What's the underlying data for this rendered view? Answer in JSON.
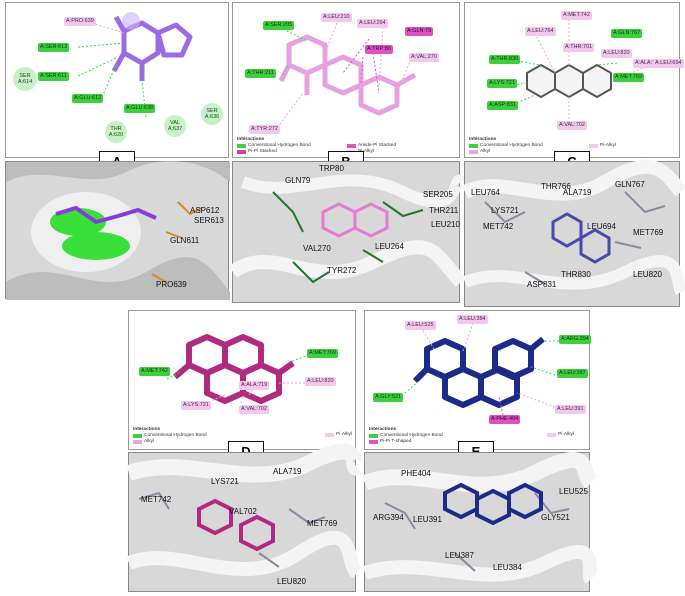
{
  "panelA": {
    "labels": [
      {
        "text": "A:PRO:639",
        "kind": "pi"
      },
      {
        "text": "A:SER:613",
        "kind": "hb"
      },
      {
        "text": "A:SER:611",
        "kind": "hb"
      },
      {
        "text": "A:GLU:612",
        "kind": "hb"
      },
      {
        "text": "A:GLU:638",
        "kind": "hb"
      }
    ],
    "residues": [
      {
        "text": "SER A:614"
      },
      {
        "text": "THR A:620"
      },
      {
        "text": "VAL A:637"
      },
      {
        "text": "SER A:636"
      }
    ],
    "caption": "A",
    "res3d": [
      "ASP612",
      "SER613",
      "GLN611",
      "PRO639"
    ]
  },
  "panelB": {
    "labels": [
      {
        "text": "A:SER:205",
        "kind": "hb"
      },
      {
        "text": "A:LEU:210",
        "kind": "pi"
      },
      {
        "text": "A:LEU:264",
        "kind": "pi"
      },
      {
        "text": "A:GLN:79",
        "kind": "pip"
      },
      {
        "text": "A:TRP:80",
        "kind": "pip"
      },
      {
        "text": "A:VAL:270",
        "kind": "pi"
      },
      {
        "text": "A:THR:211",
        "kind": "hb"
      },
      {
        "text": "A:TYR:272",
        "kind": "pi"
      }
    ],
    "legend": {
      "title": "Interactions",
      "items": [
        "Conventional Hydrogen Bond",
        "Pi-Pi Stacked",
        "Amide-Pi Stacked",
        "Pi-Alkyl"
      ]
    },
    "caption": "B",
    "res3d": [
      "TRP80",
      "GLN79",
      "SER205",
      "THR211",
      "LEU210",
      "VAL270",
      "LEU264",
      "TYR272"
    ]
  },
  "panelC": {
    "labels": [
      {
        "text": "A:MET:742",
        "kind": "pi"
      },
      {
        "text": "A:LEU:764",
        "kind": "pi"
      },
      {
        "text": "A:GLN:767",
        "kind": "hb"
      },
      {
        "text": "A:THR:830",
        "kind": "hb"
      },
      {
        "text": "A:THR:701",
        "kind": "pi"
      },
      {
        "text": "A:LEU:820",
        "kind": "pi"
      },
      {
        "text": "A:ALA:719",
        "kind": "pi"
      },
      {
        "text": "A:LEU:694",
        "kind": "pi"
      },
      {
        "text": "A:LYS:721",
        "kind": "hb"
      },
      {
        "text": "A:MET:769",
        "kind": "hb"
      },
      {
        "text": "A:ASP:831",
        "kind": "hb"
      },
      {
        "text": "A:VAL:702",
        "kind": "pi"
      }
    ],
    "legend": {
      "title": "Interactions",
      "items": [
        "Conventional Hydrogen Bond",
        "Alkyl",
        "Pi-Alkyl"
      ]
    },
    "caption": "C",
    "res3d": [
      "LEU764",
      "THR766",
      "ALA719",
      "GLN767",
      "LYS721",
      "MET742",
      "LEU694",
      "MET769",
      "THR830",
      "ASP831",
      "LEU820"
    ]
  },
  "panelD": {
    "labels": [
      {
        "text": "A:MET:769",
        "kind": "hb"
      },
      {
        "text": "A:MET:742",
        "kind": "hb"
      },
      {
        "text": "A:ALA:719",
        "kind": "pi"
      },
      {
        "text": "A:LEU:820",
        "kind": "pi"
      },
      {
        "text": "A:LYS:721",
        "kind": "pi"
      },
      {
        "text": "A:VAL:702",
        "kind": "pi"
      }
    ],
    "legend": {
      "title": "Interactions",
      "items": [
        "Conventional Hydrogen Bond",
        "Alkyl",
        "Pi-Alkyl"
      ]
    },
    "caption": "D",
    "res3d": [
      "MET742",
      "LYS721",
      "ALA719",
      "VAL702",
      "MET769",
      "LEU820"
    ]
  },
  "panelE": {
    "labels": [
      {
        "text": "A:LEU:384",
        "kind": "pi"
      },
      {
        "text": "A:LEU:525",
        "kind": "pi"
      },
      {
        "text": "A:ARG:394",
        "kind": "hb"
      },
      {
        "text": "A:LEU:387",
        "kind": "hb"
      },
      {
        "text": "A:GLY:521",
        "kind": "hb"
      },
      {
        "text": "A:PHE:404",
        "kind": "pip"
      },
      {
        "text": "A:LEU:391",
        "kind": "pi"
      }
    ],
    "legend": {
      "title": "Interactions",
      "items": [
        "Conventional Hydrogen Bond",
        "Pi-Pi T-shaped",
        "Pi-Alkyl"
      ]
    },
    "caption": "E",
    "res3d": [
      "PHE404",
      "ARG394",
      "LEU391",
      "LEU387",
      "LEU384",
      "LEU525",
      "GLY521"
    ]
  },
  "colors": {
    "hbond": "#3ecf3e",
    "pialkyl": "#f2c8ee",
    "pistack": "#e052c4",
    "ligandA": "#a070e8",
    "ligandB": "#e9a0e0",
    "ligandC": "#e8e8e8",
    "ligandD": "#b02a80",
    "ligandE": "#1c2a8a"
  }
}
